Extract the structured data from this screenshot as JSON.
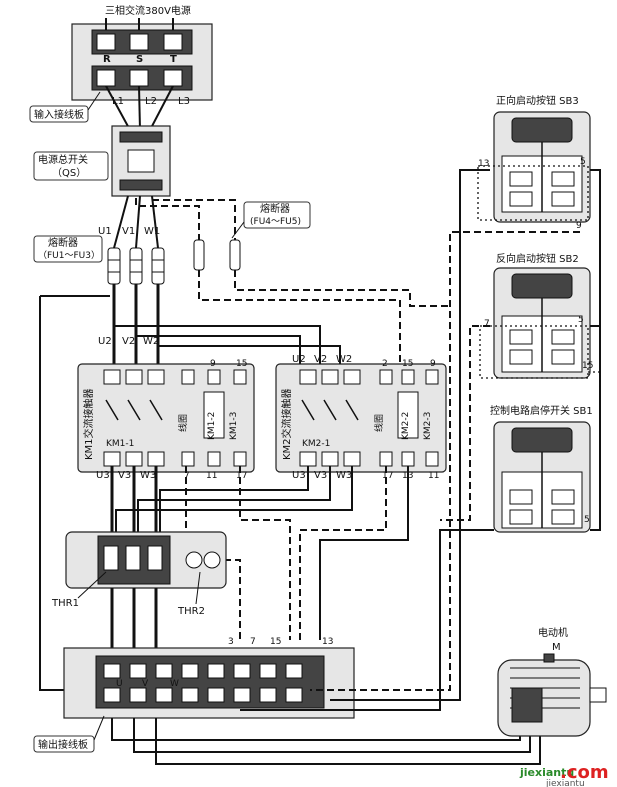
{
  "labels": {
    "power_title": "三相交流380V电源",
    "phase_r": "R",
    "phase_s": "S",
    "phase_t": "T",
    "l1": "L1",
    "l2": "L2",
    "l3": "L3",
    "input_block": "输入接线板",
    "qs_line1": "电源总开关",
    "qs_line2": "（QS）",
    "fu45_line1": "熔断器",
    "fu45_line2": "(FU4～FU5)",
    "fu13_line1": "熔断器",
    "fu13_line2": "（FU1～FU3）",
    "u1": "U1",
    "v1": "V1",
    "w1": "W1",
    "u2_a": "U2",
    "v2_a": "V2",
    "w2_a": "W2",
    "u2_b": "U2",
    "v2_b": "V2",
    "w2_b": "W2",
    "u3_a": "U3",
    "v3_a": "V3",
    "w3_a": "W3",
    "u3_b": "U3",
    "v3_b": "V3",
    "w3_b": "W3",
    "km1_name": "KM1交流接触器",
    "km2_name": "KM2交流接触器",
    "km1_1": "KM1-1",
    "km1_2": "KM1-2",
    "km1_3": "KM1-3",
    "km2_1": "KM2-1",
    "km2_2": "KM2-2",
    "km2_3": "KM2-3",
    "coil1": "线圈",
    "coil2": "线圈",
    "n9_a": "9",
    "n15_a": "15",
    "n7_a": "7",
    "n11_a": "11",
    "n17_a": "17",
    "n2_b": "2",
    "n15_b": "15",
    "n9_b": "9",
    "n17_b": "17",
    "n13_b": "13",
    "n11_b": "11",
    "thr1": "THR1",
    "thr2": "THR2",
    "sb3": "正向启动按钮 SB3",
    "sb2": "反向启动按钮 SB2",
    "sb1": "控制电路启停开关 SB1",
    "sb3_13": "13",
    "sb3_5": "5",
    "sb3_9": "9",
    "sb2_7": "7",
    "sb2_5": "5",
    "sb2_15": "15",
    "sb1_5": "5",
    "motor_line1": "电动机",
    "motor_line2": "M",
    "out_3": "3",
    "out_7": "7",
    "out_15": "15",
    "out_13": "13",
    "out_u": "U",
    "out_v": "V",
    "out_w": "W",
    "output_block": "输出接线板",
    "watermark": "jiexiantu",
    "watermark_com": ".com",
    "watermark_url": "jiexiantu"
  }
}
